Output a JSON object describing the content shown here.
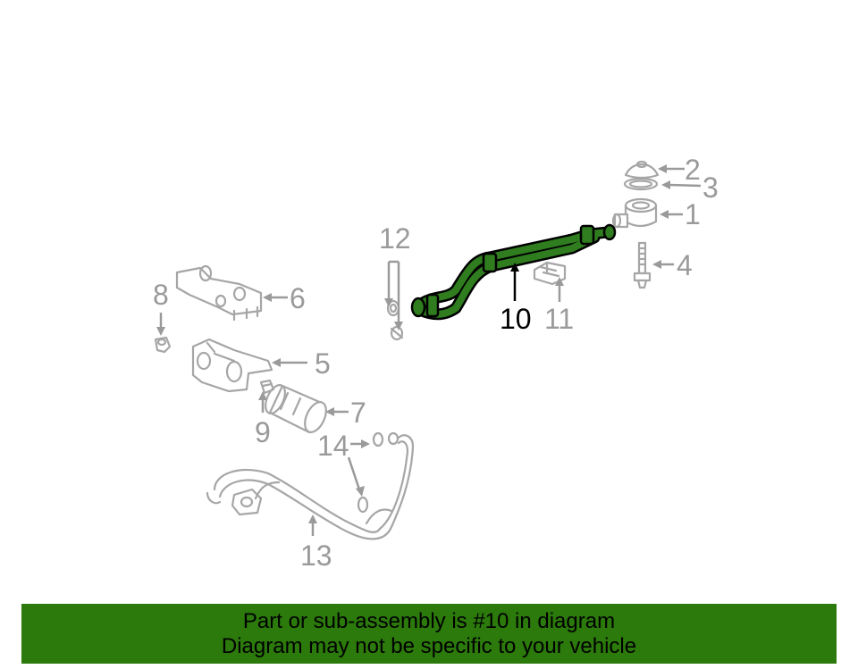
{
  "callouts": {
    "c1": "1",
    "c2": "2",
    "c3": "3",
    "c4": "4",
    "c5": "5",
    "c6": "6",
    "c7": "7",
    "c8": "8",
    "c9": "9",
    "c10": "10",
    "c11": "11",
    "c12": "12",
    "c13": "13",
    "c14": "14"
  },
  "highlighted_part": "10",
  "colors": {
    "highlight_part": "#2f7d1f",
    "banner": "#2b7a0b",
    "line_art": "#a6a6a6"
  },
  "banner": {
    "line1": "Part or sub-assembly is #10 in diagram",
    "line2": "Diagram may not be specific to your vehicle"
  }
}
